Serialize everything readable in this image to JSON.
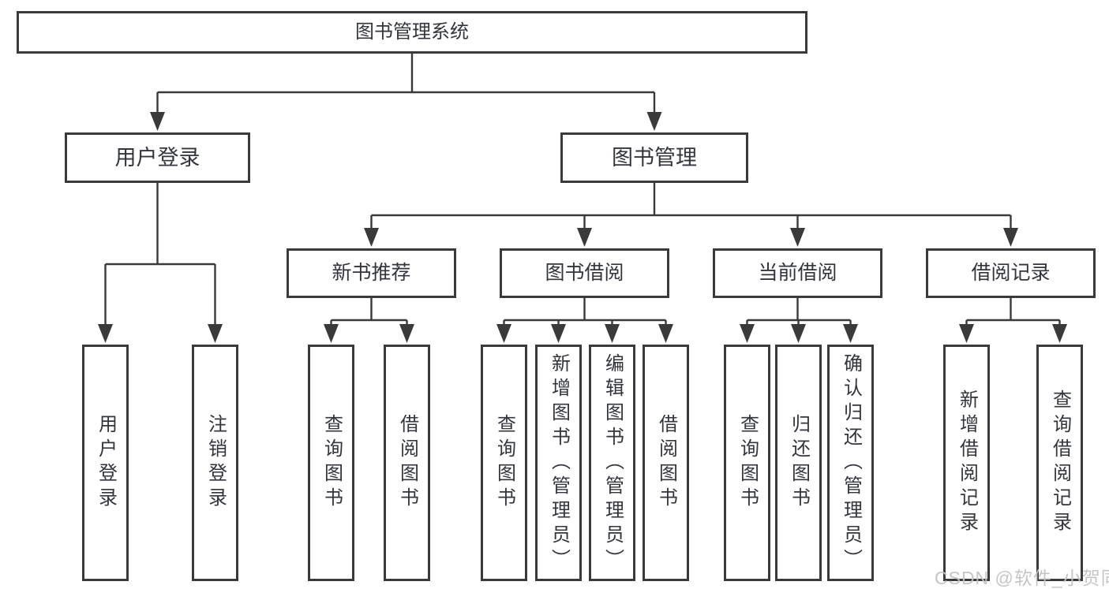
{
  "diagram_title": "图书管理系统",
  "tree": {
    "label": "图书管理系统",
    "children": [
      {
        "label": "用户登录",
        "children": [
          {
            "label": "用户登录"
          },
          {
            "label": "注销登录"
          }
        ]
      },
      {
        "label": "图书管理",
        "children": [
          {
            "label": "新书推荐",
            "children": [
              {
                "label": "查询图书"
              },
              {
                "label": "借阅图书"
              }
            ]
          },
          {
            "label": "图书借阅",
            "children": [
              {
                "label": "查询图书"
              },
              {
                "label": "新增图书（管理员）"
              },
              {
                "label": "编辑图书（管理员）"
              },
              {
                "label": "借阅图书"
              }
            ]
          },
          {
            "label": "当前借阅",
            "children": [
              {
                "label": "查询图书"
              },
              {
                "label": "归还图书"
              },
              {
                "label": "确认归还（管理员）"
              }
            ]
          },
          {
            "label": "借阅记录",
            "children": [
              {
                "label": "新增借阅记录"
              },
              {
                "label": "查询借阅记录"
              }
            ]
          }
        ]
      }
    ]
  },
  "watermark": {
    "text": "CSDN @软件_小贺同学"
  },
  "colors": {
    "background": "#ffffff",
    "box_fill": "#ffffff",
    "box_border": "#3a3a3a",
    "line": "#3a3a3a",
    "text": "#32363c",
    "watermark": "#c3c3c3"
  }
}
